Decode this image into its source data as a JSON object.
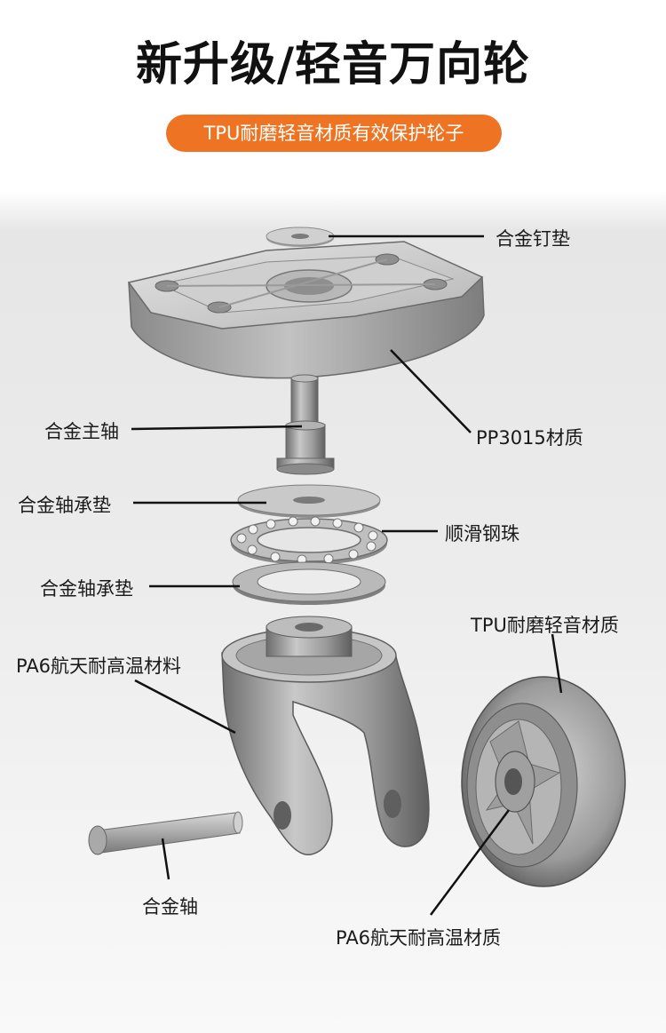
{
  "title": "新升级/轻音万向轮",
  "subtitle": "TPU耐磨轻音材质有效保护轮子",
  "labels": {
    "washer_top": "合金钉垫",
    "plate_material": "PP3015材质",
    "spindle": "合金主轴",
    "bearing_washer_1": "合金轴承垫",
    "steel_balls": "顺滑钢珠",
    "bearing_washer_2": "合金轴承垫",
    "tire_material": "TPU耐磨轻音材质",
    "fork_material": "PA6航天耐高温材料",
    "axle": "合金轴",
    "hub_material": "PA6航天耐高温材质"
  },
  "colors": {
    "accent": "#ee7424",
    "text": "#111111"
  }
}
